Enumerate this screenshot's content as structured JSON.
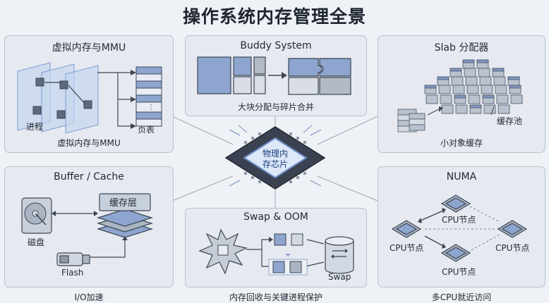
{
  "title": "操作系统内存管理全景",
  "center": {
    "line1": "物理内",
    "line2": "存芯片"
  },
  "panels": {
    "vm": {
      "title": "虚拟内存与MMU",
      "process_label": "进程",
      "page_table_label": "页表",
      "caption": "虚拟内存与MMU"
    },
    "buddy": {
      "title": "Buddy System",
      "caption": "大块分配与碎片合并"
    },
    "slab": {
      "title": "Slab 分配器",
      "pool_label": "缓存池",
      "caption": "小对象缓存"
    },
    "buffer": {
      "title": "Buffer / Cache",
      "disk_label": "磁盘",
      "cache_label": "缓存层",
      "flash_label": "Flash",
      "caption": "I/O加速"
    },
    "swap": {
      "title": "Swap & OOM",
      "swap_label": "Swap",
      "caption": "内存回收与关键进程保护"
    },
    "numa": {
      "title": "NUMA",
      "node_top": "CPU节点",
      "node_left": "CPU节点",
      "node_right": "CPU节点",
      "node_bottom": "CPU节点",
      "caption": "多CPU就近访问"
    }
  },
  "colors": {
    "accent": "#5b7fc4",
    "panel_bg": "#e6eaf0",
    "border": "#b9c3cf"
  }
}
